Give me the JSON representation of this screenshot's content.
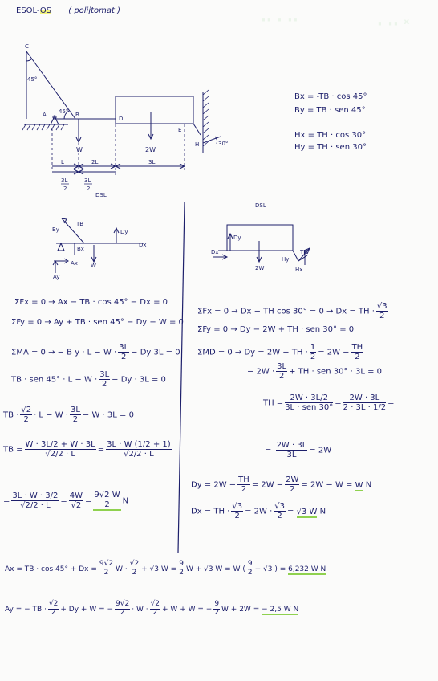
{
  "header": {
    "title_left": "ESOL-",
    "title_hl": "OS",
    "subtitle": "( polijtomat )"
  },
  "diagram": {
    "labels": {
      "C": "C",
      "A": "A",
      "B": "B",
      "D": "D",
      "E": "E",
      "H": "H",
      "angle_c": "45°",
      "angle_a": "45°",
      "angle_h": "30°",
      "load_w": "W",
      "load_2w": "2W"
    },
    "dims": {
      "d1": "L",
      "d2": "2L",
      "d3": "3L",
      "d4a": "3L",
      "d4a_den": "2",
      "d4b": "3L",
      "d4b_den": "2",
      "dsl": "DSL"
    }
  },
  "components": {
    "bx": "Bx = -TB · cos 45°",
    "by": "By = TB · sen 45°",
    "hx": "Hx = TH · cos 30°",
    "hy": "Hy = TH · sen 30°"
  },
  "fbd_left": {
    "by": "By",
    "tb": "TB",
    "bx": "Bx",
    "dy": "Dy",
    "dx": "Dx",
    "ax": "Ax",
    "ay": "Ay",
    "w": "W"
  },
  "fbd_right": {
    "title": "DSL",
    "dy": "Dy",
    "dx": "Dx",
    "w2": "2W",
    "hy": "Hy",
    "th": "TH",
    "hx": "Hx"
  },
  "left_eqs": {
    "e1": "ΣFx = 0 → Ax − TB · cos 45° − Dx = 0",
    "e2": "ΣFy = 0 → Ay + TB · sen 45° − Dy − W = 0",
    "e3": "ΣMA = 0 → − B y · L − W ·",
    "e3b": "3L",
    "e3c": "2",
    "e3d": "− Dy 3L = 0",
    "e4": "TB · sen 45° · L − W ·",
    "e4d": "− Dy · 3L = 0",
    "e5a": "TB ·",
    "e5b": "√2",
    "e5c": "2",
    "e5d": "· L − W ·",
    "e5e": "− W · 3L = 0",
    "e6a": "TB =",
    "e6n": "W · 3L/2 + W · 3L",
    "e6d": "√2/2 · L",
    "e6eq": "=",
    "e6n2": "3L · W (1/2 + 1)",
    "e6d2": "√2/2 · L",
    "e7a": "=",
    "e7n": "3L · W · 3/2",
    "e7d": "√2/2 · L",
    "e7eq1": "=",
    "e7b": "4W",
    "e7c": "√2",
    "e7eq2": "=",
    "e7e": "9√2 W",
    "e7f": "2",
    "e7u": "N"
  },
  "right_eqs": {
    "r1": "ΣFx = 0 → Dx − TH cos 30° = 0 → Dx = TH ·",
    "r1f": "√3",
    "r1g": "2",
    "r2": "ΣFy = 0 → Dy − 2W + TH · sen 30° = 0",
    "r3": "ΣMD = 0 → Dy = 2W − TH ·",
    "r3b": "1",
    "r3c": "2",
    "r3d": "= 2W −",
    "r3e": "TH",
    "r3f": "2",
    "r4": "− 2W ·",
    "r4b": "3L",
    "r4c": "2",
    "r4d": "+ TH · sen 30° · 3L = 0",
    "r5a": "TH =",
    "r5n": "2W · 3L/2",
    "r5d": "3L · sen 30°",
    "r5eq": "=",
    "r5n2": "2W · 3L",
    "r5d2": "2 · 3L · 1/2",
    "r5eq2": "=",
    "r6": "= ",
    "r6n": "2W · 3L",
    "r6d": "3L",
    "r6e": "= 2W",
    "r7": "Dy = 2W −",
    "r7b": "TH",
    "r7c": "2",
    "r7d": "= 2W −",
    "r7e": "2W",
    "r7f": "2",
    "r7g": "= 2W − W =",
    "r7h": "W",
    "r7i": "N",
    "r8": "Dx = TH ·",
    "r8b": "√3",
    "r8c": "2",
    "r8d": "= 2W ·",
    "r8e": "√3",
    "r8f": "2",
    "r8g": "=",
    "r8h": "√3 W",
    "r8i": "N"
  },
  "bottom_eqs": {
    "b1": "Ax = TB · cos 45° + Dx =",
    "b1n": "9√2",
    "b1d": "2",
    "b1b": "W ·",
    "b1c": "√2",
    "b1e": "2",
    "b1f": "+ √3 W =",
    "b1g": "9",
    "b1h": "2",
    "b1i": "W + √3 W = W (",
    "b1j": "9",
    "b1k": "2",
    "b1l": "+ √3 ) =",
    "b1r": "6,232 W N",
    "b2": "Ay = − TB ·",
    "b2a": "√2",
    "b2b": "2",
    "b2c": "+ Dy + W = −",
    "b2d": "9√2",
    "b2e": "2",
    "b2f": "· W ·",
    "b2g": "√2",
    "b2h": "2",
    "b2i": "+ W + W = −",
    "b2j": "9",
    "b2k": "2",
    "b2l": "W + 2W =",
    "b2r": "− 2,5 W N"
  }
}
